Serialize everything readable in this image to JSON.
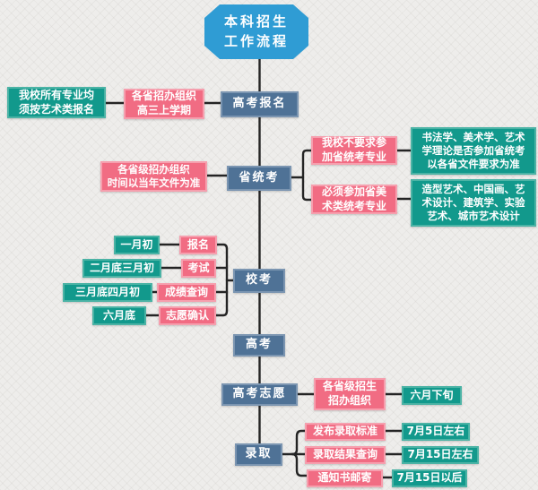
{
  "flow": {
    "title": "本科招生\n工作流程",
    "stages": [
      "高考报名",
      "省统考",
      "校考",
      "高考",
      "高考志愿",
      "录取"
    ],
    "gaokao_baoming": {
      "requirement": "我校所有专业均\n须按艺术类报名",
      "organizer": "各省招办组织\n高三上学期"
    },
    "shengtongkao": {
      "organizer": "各省级招办组织\n时间以当年文件为准",
      "exempt": "我校不要求参\n加省统考专业",
      "exempt_majors": "书法学、美术学、艺术\n学理论是否参加省统考\n以各省文件要求为准",
      "required": "必须参加省美\n术类统考专业",
      "required_majors": "造型艺术、中国画、艺\n术设计、建筑学、实验\n艺术、城市艺术设计"
    },
    "xiaokao": {
      "steps": [
        {
          "time": "一月初",
          "step": "报名"
        },
        {
          "time": "二月底三月初",
          "step": "考试"
        },
        {
          "time": "三月底四月初",
          "step": "成绩查询"
        },
        {
          "time": "六月底",
          "step": "志愿确认"
        }
      ]
    },
    "gaokao_zhiyuan": {
      "organizer": "各省级招生\n招办组织",
      "time": "六月下旬"
    },
    "luqu": {
      "items": [
        {
          "step": "发布录取标准",
          "time": "7月5日左右"
        },
        {
          "step": "录取结果查询",
          "time": "7月15日左右"
        },
        {
          "step": "通知书邮寄",
          "time": "7月15日以后"
        }
      ]
    }
  },
  "colors": {
    "title_blue": "#2f9cd4",
    "stage_blue": "#4f7296",
    "teal": "#12998c",
    "pink": "#f16c83",
    "line": "#242424",
    "background": "#eeedeb"
  }
}
